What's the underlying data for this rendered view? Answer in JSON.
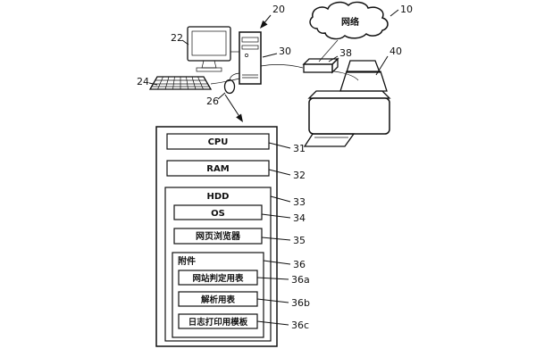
{
  "cloud": {
    "label": "网络",
    "ref": "10"
  },
  "computer": {
    "group_ref": "20",
    "monitor_ref": "22",
    "keyboard_ref": "24",
    "mouse_ref": "26",
    "tower_ref": "30"
  },
  "modem": {
    "ref": "38"
  },
  "printer": {
    "ref": "40"
  },
  "internals": {
    "cpu": {
      "label": "CPU",
      "ref": "31"
    },
    "ram": {
      "label": "RAM",
      "ref": "32"
    },
    "hdd": {
      "label": "HDD",
      "ref": "33"
    },
    "os": {
      "label": "OS",
      "ref": "34"
    },
    "browser": {
      "label": "网页浏览器",
      "ref": "35"
    },
    "attachment": {
      "label": "附件",
      "ref": "36"
    },
    "site_table": {
      "label": "网站判定用表",
      "ref": "36a"
    },
    "parse_table": {
      "label": "解析用表",
      "ref": "36b"
    },
    "log_template": {
      "label": "日志打印用模板",
      "ref": "36c"
    }
  }
}
